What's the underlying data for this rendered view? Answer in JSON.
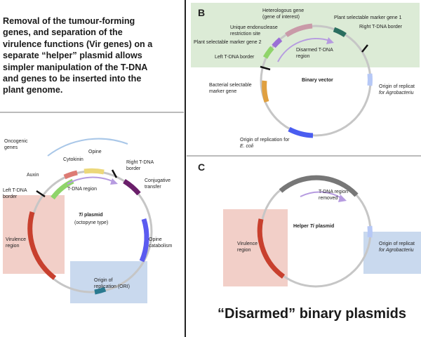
{
  "intro_text": "Removal of the tumour-forming\ngenes, and separation of the\nvirulence functions (Vir genes) on a\nseparate “helper” plasmid allows\nsimpler manipulation of the T-DNA\nand genes to be inserted  into the\nplant genome.",
  "ti_plasmid": {
    "title": "Ti plasmid",
    "title_italic": "Ti",
    "title_rest": " plasmid",
    "subtitle": "(octopyne type)",
    "labels": {
      "oncogenic": "Oncogenic\ngenes",
      "cytokinin": "Cytokinin",
      "opine": "Opine",
      "auxin": "Auxin",
      "right_border": "Right T-DNA\nborder",
      "conjugative": "Conjugative\ntransfer",
      "left_border": "Left T-DNA\nborder",
      "tdna_region": "T-DNA region",
      "virulence": "Virulence\nregion",
      "opine_catabolism": "Opine\ncatabolism",
      "ori": "Origin of\nreplication (ORI)"
    }
  },
  "panel_b": {
    "letter": "B",
    "title": "Binary vector",
    "labels": {
      "heterologous": "Heterologous gene\n(gene of interest)",
      "unique_site": "Unique endonuclease\nrestriction site",
      "marker2": "Plant selectable marker gene 2",
      "marker1": "Plant selectable marker gene 1",
      "right_border": "Right T-DNA border",
      "left_border": "Left T-DNA border",
      "disarmed": "Disarmed T-DNA\nregion",
      "bacterial": "Bacterial selectable\nmarker gene",
      "agro_ori": "Origin of replicat",
      "agro_ori_sub": "for Agrobacteriu",
      "ecoli_ori": "Origin of replication for",
      "ecoli_ori_sub": "E. coli"
    }
  },
  "panel_c": {
    "letter": "C",
    "title_italic": "Ti",
    "title_pre": "Helper ",
    "title_rest": " plasmid",
    "labels": {
      "tdna_removed": "T-DNA region\nremoved",
      "virulence": "Virulence\nregion",
      "agro_ori": "Origin of replicat",
      "agro_ori_sub": "for Agrobacteriu"
    }
  },
  "footer_title": "“Disarmed” binary plasmids",
  "colors": {
    "panel_b_bg": "#dcebd6",
    "virulence_box": "#f2cfc8",
    "ori_box": "#c9d9ee",
    "virulence_arc": "#c8402e",
    "plasmid_ring": "#c6c6c6"
  }
}
